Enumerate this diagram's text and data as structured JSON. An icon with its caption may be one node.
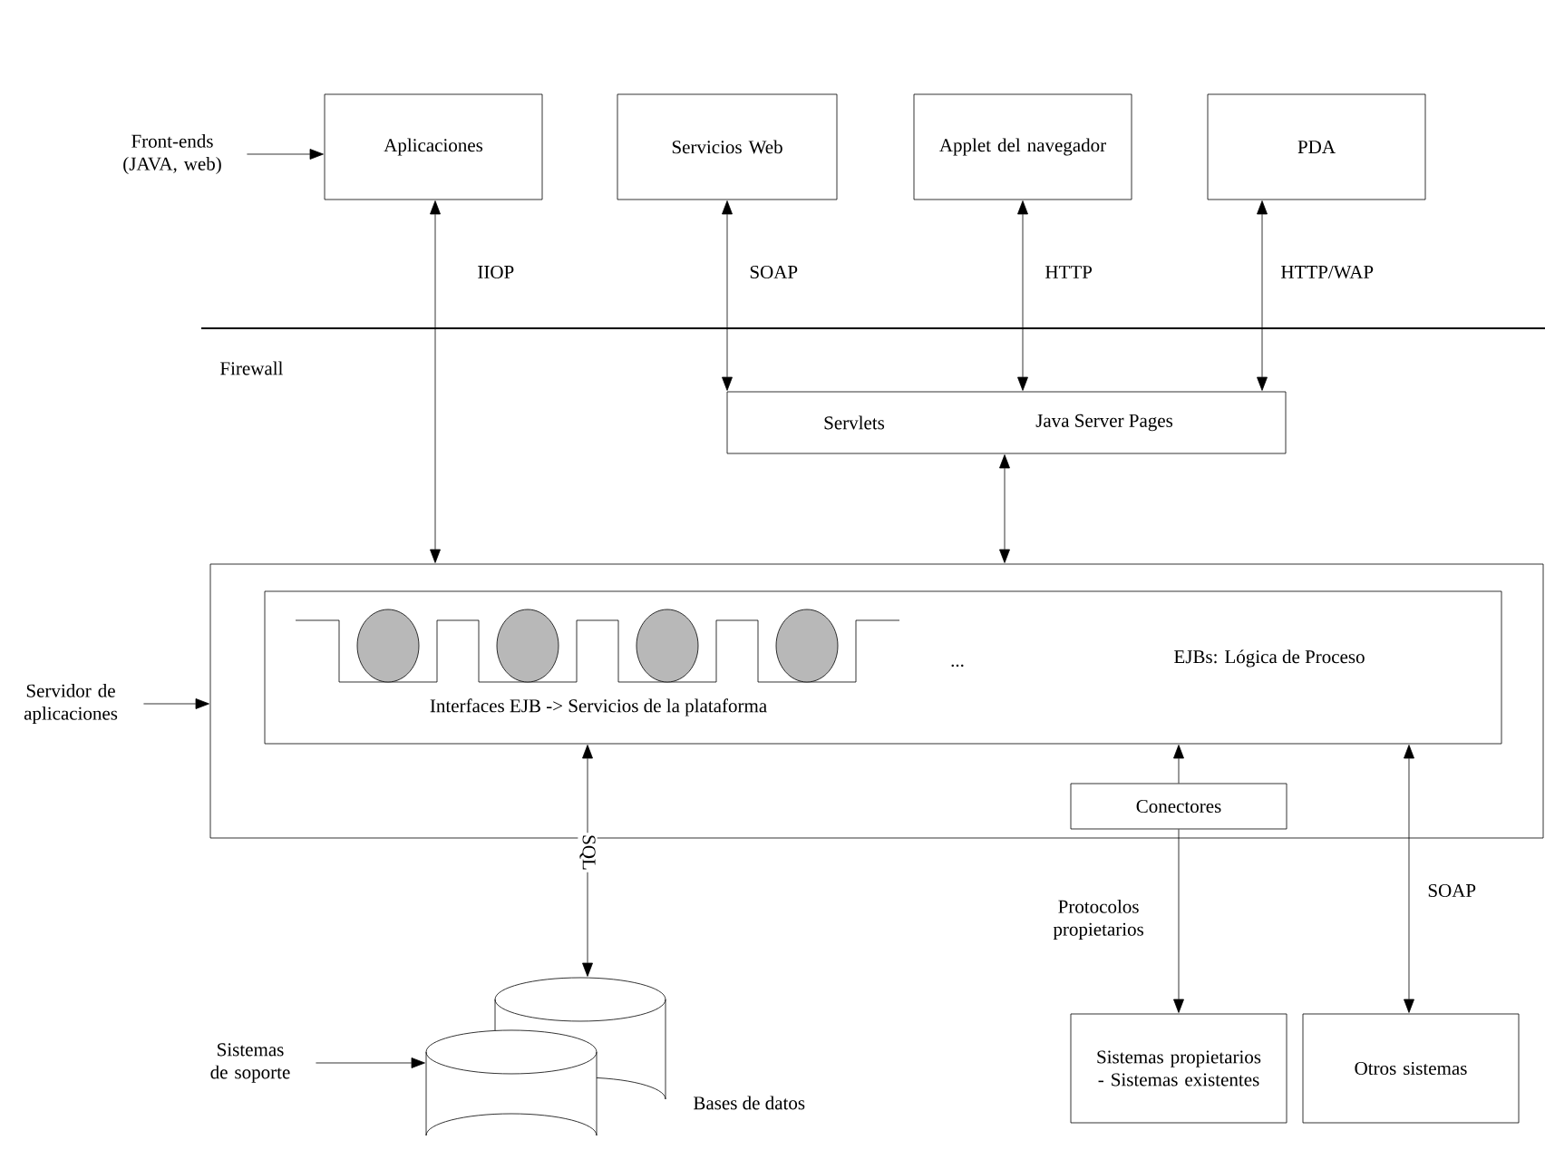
{
  "diagram": {
    "nodes": [
      {
        "text": [
          "Front-ends (JAVA, web)"
        ]
      },
      {
        "text": [
          "Aplicaciones"
        ]
      },
      {
        "text": [
          "Servicios Web"
        ]
      },
      {
        "text": [
          "Applet del navegador"
        ]
      },
      {
        "text": [
          "PDA"
        ]
      },
      {
        "text": [
          "Servlets",
          "Java Server Pages"
        ]
      },
      {
        "text": [],
        "shape": "box"
      },
      {
        "text": [
          "Servidor de aplicaciones"
        ]
      },
      {
        "text": [
          "Interfaces EJB -> Servicios de la plataforma",
          "...",
          "EJBs: Lógica de Proceso"
        ],
        "in": 6
      },
      {
        "text": [
          "Conectores"
        ],
        "in": 6
      },
      {
        "text": [],
        "shape": "cylinder",
        "beside": [
          "Bases de datos"
        ]
      },
      {
        "text": [
          "Sistemas de soporte"
        ]
      },
      {
        "text": [
          "Sistemas propietarios - Sistemas existentes"
        ]
      },
      {
        "text": [
          "Otros sistemas"
        ]
      }
    ],
    "edges": [
      {
        "from": 0,
        "to": 1,
        "arrow": "to"
      },
      {
        "from": 1,
        "to": 6,
        "arrow": "both",
        "label": "IIOP"
      },
      {
        "from": 2,
        "to": 5,
        "arrow": "both",
        "label": "SOAP"
      },
      {
        "from": 3,
        "to": 5,
        "arrow": "both",
        "label": "HTTP"
      },
      {
        "from": 4,
        "to": 5,
        "arrow": "both",
        "label": "HTTP/WAP"
      },
      {
        "from": 5,
        "to": 6,
        "arrow": "both"
      },
      {
        "from": 7,
        "to": 6,
        "arrow": "to"
      },
      {
        "from": 10,
        "to": 8,
        "arrow": "both",
        "label": "SQL"
      },
      {
        "from": 9,
        "to": 8,
        "arrow": "to"
      },
      {
        "from": 9,
        "to": 12,
        "arrow": "to",
        "label": "Protocolos propietarios"
      },
      {
        "from": 13,
        "to": 8,
        "arrow": "both",
        "label": "SOAP"
      },
      {
        "from": 11,
        "to": 10,
        "arrow": "to"
      }
    ],
    "labels": [
      "Firewall"
    ]
  }
}
